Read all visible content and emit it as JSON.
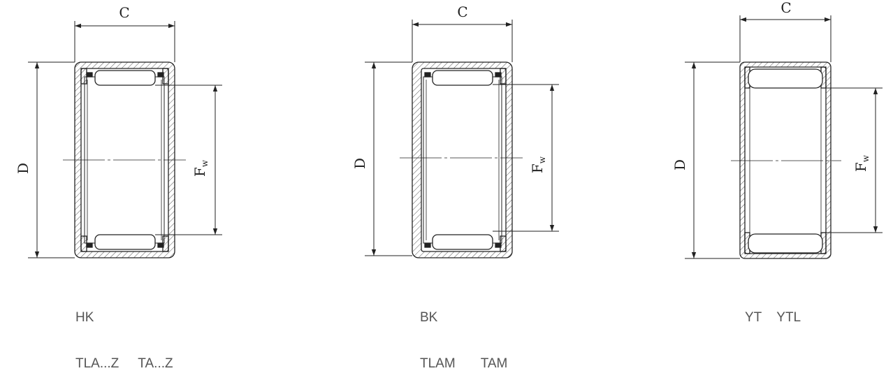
{
  "dimension_labels": {
    "width": "C",
    "outer_diameter": "D",
    "roller_set_bore": "F",
    "roller_set_bore_subscript": "w"
  },
  "bearings": [
    {
      "id": "open-end",
      "caption_lines": [
        "HK",
        "TLA...Z",
        "TA...Z"
      ]
    },
    {
      "id": "closed-end",
      "caption_lines": [
        "BK",
        "TLAM",
        "TAM"
      ]
    },
    {
      "id": "full-complement",
      "caption_lines": [
        "YT",
        "YTL"
      ]
    }
  ],
  "colors": {
    "line": "#222222",
    "hatch": "#555555",
    "caption": "#555555"
  }
}
